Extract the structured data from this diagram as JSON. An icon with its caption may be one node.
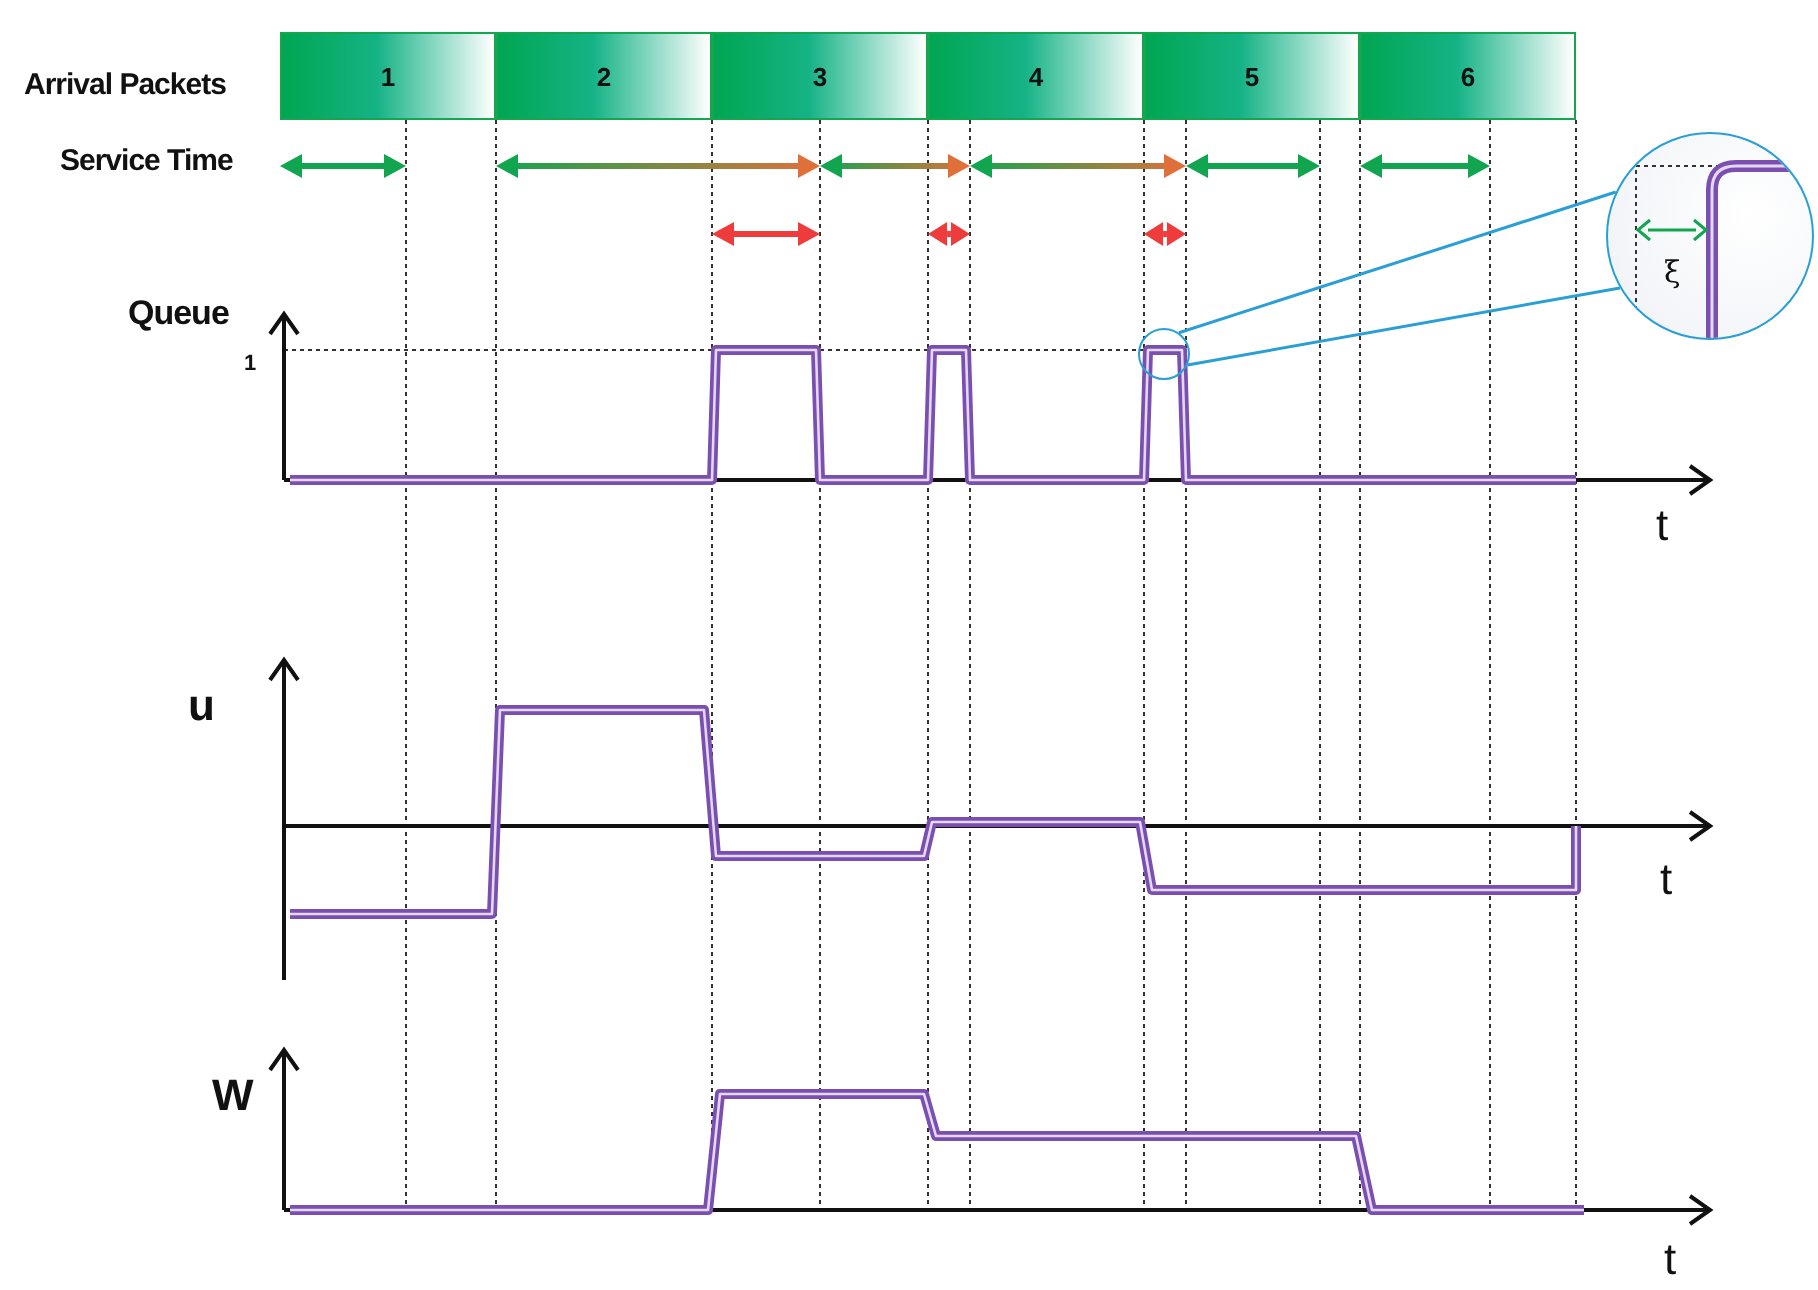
{
  "diagram": {
    "nodes": [
      {
        "text": [
          "1"
        ]
      },
      {
        "text": [
          "2"
        ]
      },
      {
        "text": [
          "3"
        ]
      },
      {
        "text": [
          "4"
        ]
      },
      {
        "text": [
          "5"
        ]
      },
      {
        "text": [
          "6"
        ]
      },
      {
        "text": [],
        "shape": "circle"
      },
      {
        "text": [
          "ξ"
        ]
      }
    ],
    "edges": [
      {
        "from": 6,
        "to": 7,
        "arrow": "none"
      },
      {
        "from": 6,
        "to": 7,
        "arrow": "none"
      }
    ],
    "labels": [
      "Arrival Packets",
      "Service Time",
      "Queue",
      "1",
      "t",
      "u",
      "t",
      "W",
      "t"
    ]
  }
}
